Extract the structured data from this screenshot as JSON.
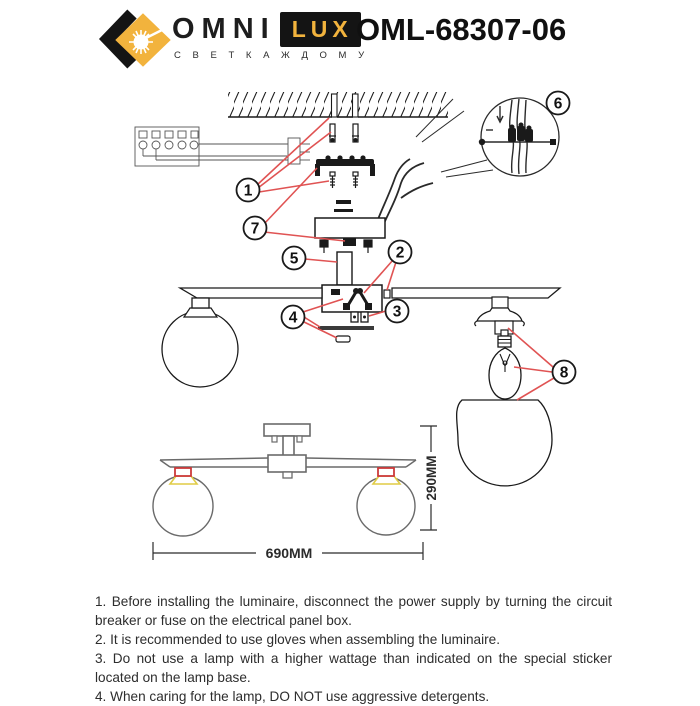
{
  "header": {
    "brand": {
      "name_part1": "OMNI",
      "name_part2": "LUX",
      "tagline": "С В Е Т   К А Ж Д О М У"
    },
    "model": "OML-68307-06"
  },
  "diagram": {
    "callouts": [
      {
        "number": "1",
        "target": "ceiling anchors and screws"
      },
      {
        "number": "2",
        "target": "arm attachment peg"
      },
      {
        "number": "3",
        "target": "fixing nuts"
      },
      {
        "number": "4",
        "target": "cover strip and clip"
      },
      {
        "number": "5",
        "target": "stem"
      },
      {
        "number": "6",
        "target": "wire connection detail"
      },
      {
        "number": "7",
        "target": "mounting bracket and canopy screw"
      },
      {
        "number": "8",
        "target": "socket, bulb and glass shade"
      }
    ],
    "dimensions": {
      "width": "690MM",
      "height": "290MM"
    }
  },
  "instructions": {
    "items": [
      "1. Before installing the luminaire, disconnect the power supply by turning the circuit breaker or fuse on the electrical panel box.",
      "2. It is recommended to use gloves when assembling the luminaire.",
      "3. Do not use a lamp with a higher wattage than indicated on the special sticker located on the lamp base.",
      "4. When caring for the lamp, DO NOT use aggressive detergents."
    ]
  },
  "colors": {
    "accent_yellow": "#f2b33d",
    "callout_red": "#e05353",
    "highlight_red": "#cc3a3a",
    "highlight_yellow": "#e0cc45",
    "ink": "#1a1a1a"
  }
}
